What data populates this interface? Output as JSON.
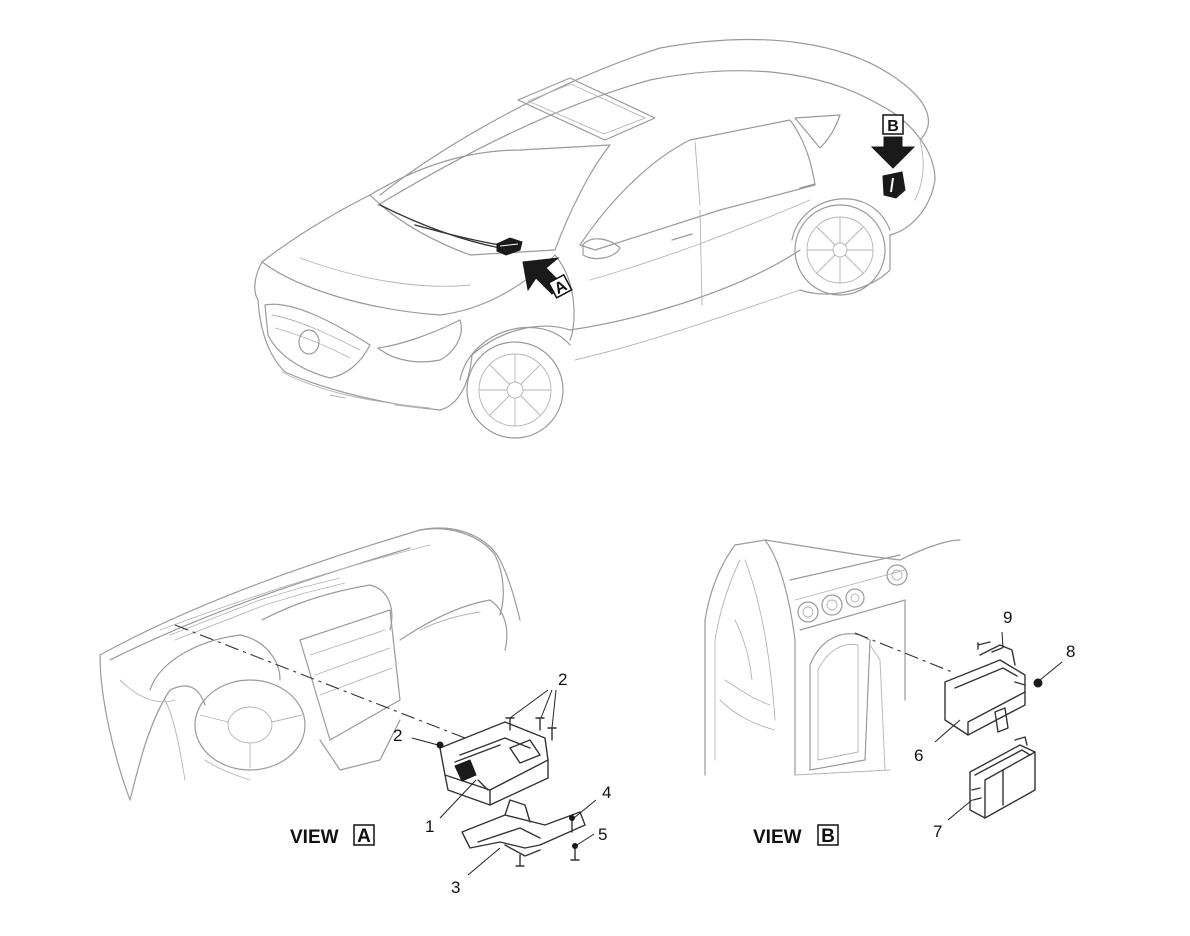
{
  "car_markers": {
    "a": "A",
    "b": "B"
  },
  "view_a": {
    "label_prefix": "VIEW",
    "label_box": "A",
    "callouts": [
      "1",
      "2",
      "2",
      "3",
      "4",
      "5"
    ]
  },
  "view_b": {
    "label_prefix": "VIEW",
    "label_box": "B",
    "callouts": [
      "6",
      "7",
      "8",
      "9"
    ]
  }
}
